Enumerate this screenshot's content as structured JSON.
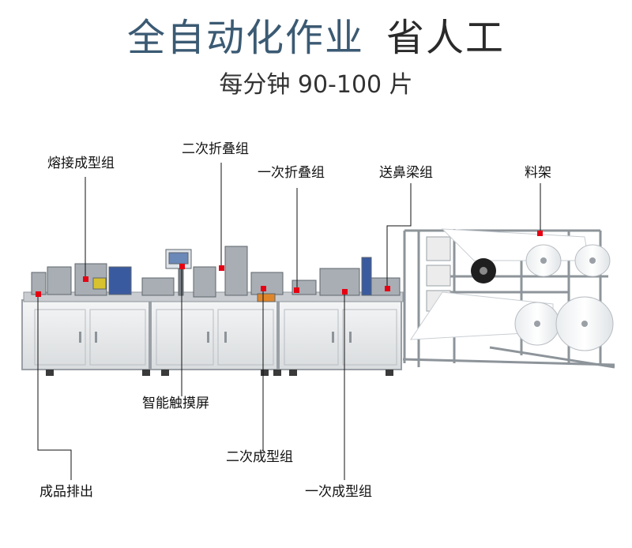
{
  "header": {
    "title_main": "全自动化作业",
    "title_accent": "省人工",
    "subtitle": "每分钟 90-100 片"
  },
  "callouts": {
    "weld_forming": "熔接成型组",
    "second_fold": "二次折叠组",
    "first_fold": "一次折叠组",
    "nose_wire": "送鼻梁组",
    "material_rack": "料架",
    "touch_screen": "智能触摸屏",
    "second_forming": "二次成型组",
    "product_out": "成品排出",
    "first_forming": "一次成型组"
  },
  "colors": {
    "marker": "#e60012",
    "title_main": "#3b5a73",
    "title_accent": "#2a2a2a",
    "leader_line": "#111111"
  }
}
